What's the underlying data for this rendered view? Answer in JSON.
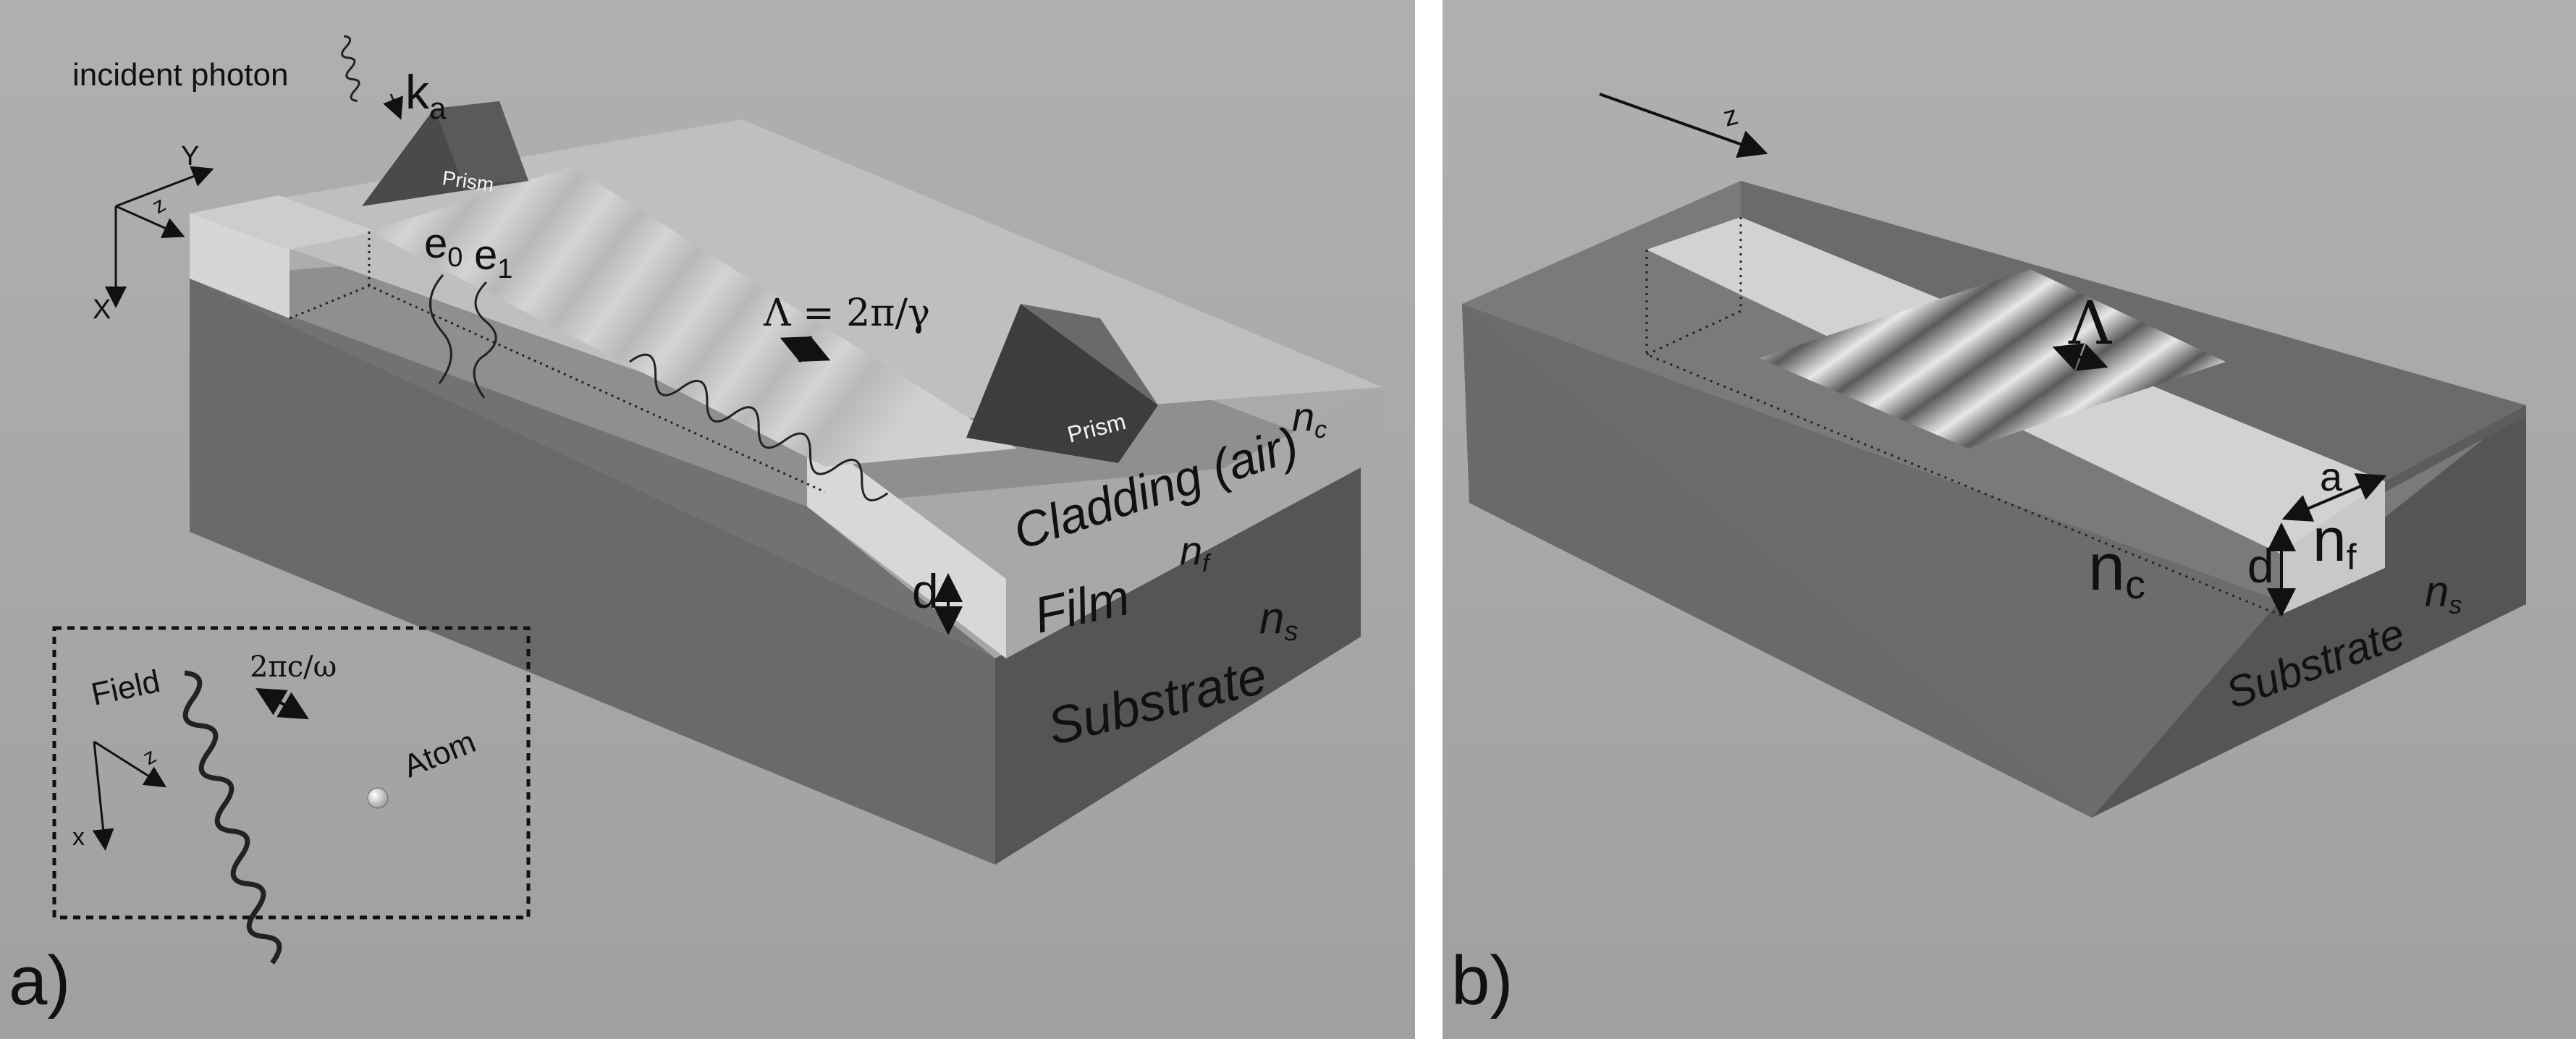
{
  "panel_a": {
    "panel_label": "a)",
    "incident_photon": "incident photon",
    "k_main": "k",
    "k_sub": "a",
    "prism_left": "Prism",
    "prism_right": "Prism",
    "axis_y": "Y",
    "axis_z": "z",
    "axis_x": "X",
    "e0_main": "e",
    "e0_sub": "0",
    "e1_main": "e",
    "e1_sub": "1",
    "lambda_formula": "Λ = 2π/γ",
    "cladding": "Cladding (air)",
    "n_c_main": "n",
    "n_c_sub": "c",
    "film": "Film",
    "n_f_main": "n",
    "n_f_sub": "f",
    "substrate": "Substrate",
    "n_s_main": "n",
    "n_s_sub": "s",
    "d_label": "d",
    "inset": {
      "field": "Field",
      "atom": "Atom",
      "wavelength_formula": "2πc/ω",
      "axis_z": "z",
      "axis_x": "x"
    }
  },
  "panel_b": {
    "panel_label": "b)",
    "axis_z": "z",
    "lambda": "Λ",
    "a_label": "a",
    "d_label": "d",
    "n_c_main": "n",
    "n_c_sub": "c",
    "n_f_main": "n",
    "n_f_sub": "f",
    "n_s_main": "n",
    "n_s_sub": "s",
    "substrate": "Substrate"
  },
  "colors": {
    "background": "#a6a6a6",
    "substrate_front": "#6e6e6e",
    "substrate_side": "#5a5a5a",
    "substrate_top": "#8f8f8f",
    "film": "#d6d6d6",
    "cladding_top": "#bdbdbd",
    "prism_dark": "#3f3f3f",
    "divider": "#ffffff"
  }
}
